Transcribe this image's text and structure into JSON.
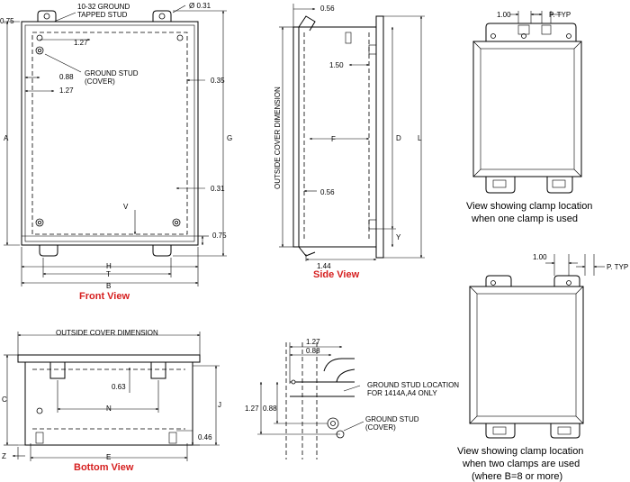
{
  "front_view": {
    "caption": "Front View",
    "labels": {
      "tapped_stud": [
        "10-32 GROUND",
        "TAPPED STUD"
      ],
      "dia": "Ø 0.31",
      "dim_127_top": "1.27",
      "dim_088": "0.88",
      "dim_127_bot": "1.27",
      "ground_stud": [
        "GROUND STUD",
        "(COVER)"
      ],
      "dim_035": "0.35",
      "dim_075_left": "0.75",
      "A": "A",
      "G": "G",
      "V": "V",
      "dim_031": "0.31",
      "dim_075_right": "0.75",
      "H": "H",
      "T": "T",
      "B": "B"
    }
  },
  "side_view": {
    "caption": "Side View",
    "labels": {
      "vertical_dim": "OUTSIDE COVER DIMENSION",
      "dim_056_top": "0.56",
      "dim_150": "1.50",
      "F": "F",
      "D": "D",
      "L": "L",
      "dim_056_bot": "0.56",
      "Y": "Y",
      "dim_144": "1.44"
    }
  },
  "bottom_view": {
    "caption": "Bottom View",
    "labels": {
      "outside_cover": "OUTSIDE COVER DIMENSION",
      "C": "C",
      "J": "J",
      "dim_063": "0.63",
      "N": "N",
      "dim_046": "0.46",
      "Z": "Z",
      "E": "E"
    }
  },
  "detail_view": {
    "labels": {
      "dim_127_top": "1.27",
      "dim_088_top": "0.88",
      "dim_127_side": "1.27",
      "dim_088_side": "0.88",
      "stud_location": [
        "GROUND STUD LOCATION",
        "FOR 1414A,A4 ONLY"
      ],
      "ground_stud": [
        "GROUND STUD",
        "(COVER)"
      ]
    }
  },
  "one_clamp_view": {
    "dim_100": "1.00",
    "p_typ": "P. TYP",
    "caption": [
      "View showing clamp location",
      "when one clamp is used"
    ]
  },
  "two_clamp_view": {
    "dim_100": "1.00",
    "p_typ": "P. TYP",
    "caption": [
      "View showing clamp location",
      "when two clamps are used",
      "(where B=8 or more)"
    ]
  }
}
